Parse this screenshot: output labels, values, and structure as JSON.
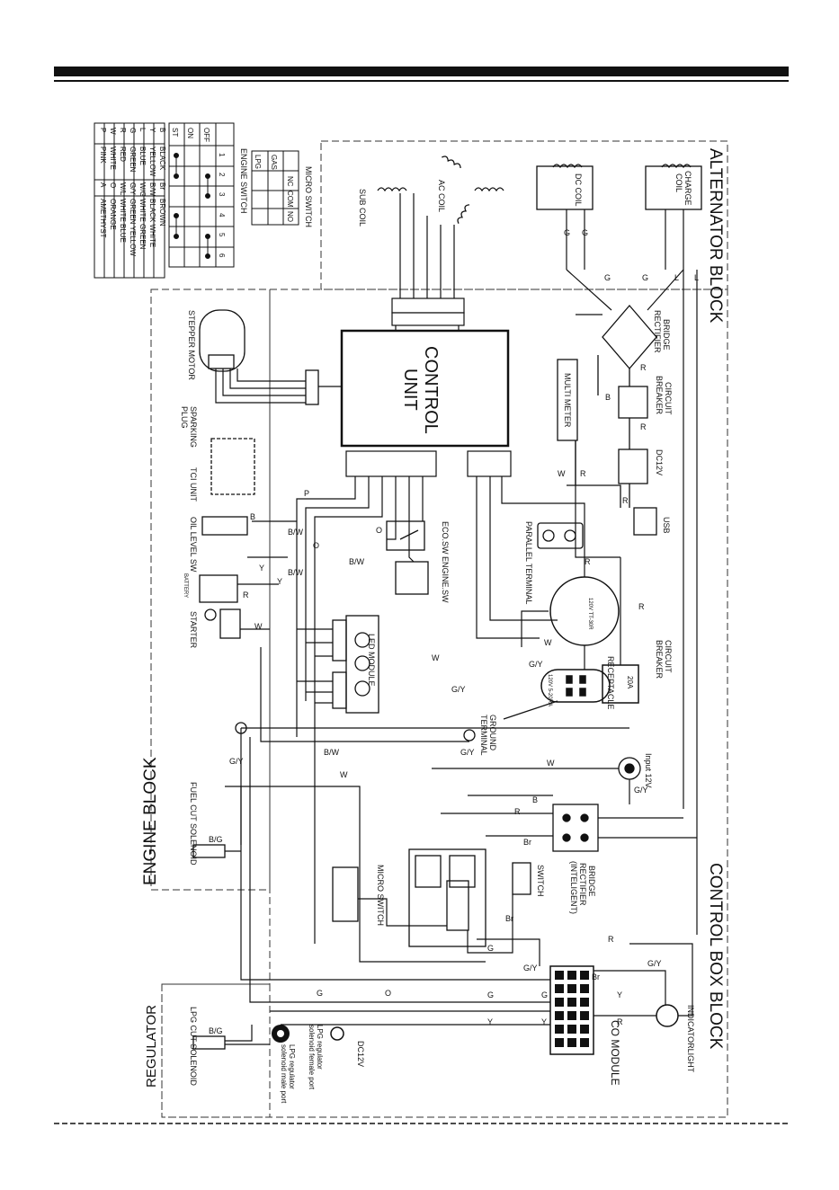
{
  "blocks": {
    "alternator": "ALTERNATOR BLOCK",
    "control_box": "CONTROL BOX BLOCK",
    "engine": "ENGINE BLOCK",
    "regulator": "REGULATOR"
  },
  "control_unit": {
    "line1": "CONTROL",
    "line2": "UNIT"
  },
  "coils": {
    "dc": "DC COIL",
    "charge_1": "CHARGE",
    "charge_2": "COIL",
    "ac": "AC COIL",
    "sub": "SUB COIL"
  },
  "components": {
    "micro_switch_table": "MICRO SWITCH",
    "engine_switch_table": "ENGINE SWITCH",
    "bridge_rectifier_1": "BRIDGE",
    "bridge_rectifier_2": "RECTIFIER",
    "circuit_breaker_1": "CIRCUIT",
    "circuit_breaker_2": "BREAKER",
    "multi_meter": "MULTI METER",
    "dc12v": "DC12V",
    "usb": "USB",
    "parallel_terminal": "PARALLEL TERMINAL",
    "eco_engine_sw": "ECO.SW  ENGINE.SW",
    "receptacle": "RECEPTACLE",
    "breaker_rating": "20A",
    "receptacle_main": "120V TT-30R",
    "receptacle_sec": "120V 5-20RA",
    "ground_1": "GROUND",
    "ground_2": "TERMINAL",
    "input": "Input 12V",
    "bridge_int_1": "BRIDGE",
    "bridge_int_2": "RECTIFIER",
    "bridge_int_3": "(INTELIGENT)",
    "switch": "SWITCH",
    "micro_switch": "MICRO SWITCH",
    "led_module": "LED MODULE",
    "co_module": "CO MODULE",
    "indicator": "INDICATORLIGHT",
    "stepper_motor": "STEPPER MOTOR",
    "spark_plug_1": "SPARKING",
    "spark_plug_2": "PLUG",
    "tci": "TCI UNIT",
    "oil_level": "OIL LEVEL SW",
    "battery": "BATTERY",
    "starter": "STARTER",
    "fuel_cut": "FUEL CUT SOLENOID",
    "lpg_cut": "LPG CUT SOLENOID",
    "lpg_male_1": "LPG regulator",
    "lpg_male_2": "solenoid male port",
    "lpg_female_1": "LPG regulator",
    "lpg_female_2": "solenoid female port",
    "dc12v_b": "DC12V"
  },
  "micro_switch_table": {
    "headers": [
      "NC",
      "COM",
      "NO"
    ],
    "rows": [
      "GAS",
      "LPG"
    ]
  },
  "engine_switch_table": {
    "columns": [
      "1",
      "2",
      "3",
      "4",
      "5",
      "6"
    ],
    "rows": [
      "OFF",
      "ON",
      "ST"
    ]
  },
  "color_legend": [
    [
      "B",
      "BLACK",
      "Br",
      "BROWN"
    ],
    [
      "Y",
      "YELLOW",
      "B/W",
      "BLACK WHITE"
    ],
    [
      "L",
      "BLUE",
      "W/G",
      "WHITE GREEN"
    ],
    [
      "G",
      "GREEN",
      "G/Y",
      "GREEN YELLOW"
    ],
    [
      "R",
      "RED",
      "W/L",
      "WHITE BLUE"
    ],
    [
      "W",
      "WHITE",
      "O",
      "ORANGE"
    ],
    [
      "P",
      "PINK",
      "A",
      "AMETHYST"
    ]
  ],
  "wire_labels": {
    "g": "G",
    "l": "L",
    "b": "B",
    "r": "R",
    "w": "W",
    "y": "Y",
    "o": "O",
    "p": "P",
    "bw": "B/W",
    "gy": "G/Y",
    "br": "Br",
    "bg": "B/G"
  }
}
